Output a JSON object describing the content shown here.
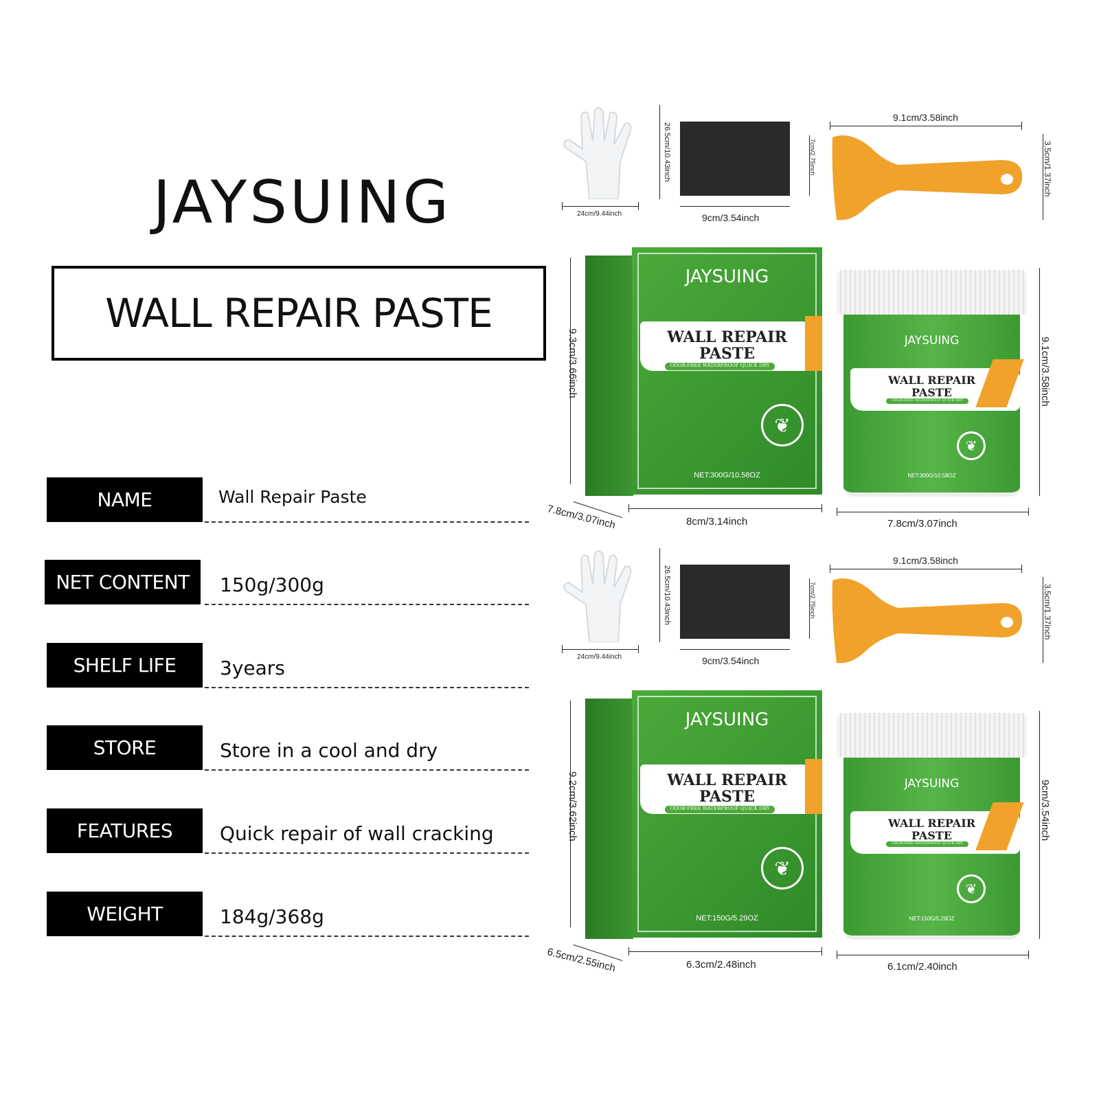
{
  "brand": "JAYSUING",
  "title": "WALL REPAIR PASTE",
  "specs": [
    {
      "label": "NAME",
      "value": "Wall Repair Paste"
    },
    {
      "label": "NET CONTENT",
      "value": "150g/300g"
    },
    {
      "label": "SHELF LIFE",
      "value": "3years"
    },
    {
      "label": "STORE",
      "value": "Store in a cool and dry"
    },
    {
      "label": "FEATURES",
      "value": "Quick repair of wall cracking"
    },
    {
      "label": "WEIGHT",
      "value": "184g/368g"
    }
  ],
  "sets": [
    {
      "glove_w": "24cm/9.44inch",
      "glove_h": "26.5cm/10.43inch",
      "sponge_w": "9cm/3.54inch",
      "sponge_h": "7cm/2.75inch",
      "scraper_w": "9.1cm/3.58inch",
      "scraper_h": "3.5cm/1.37inch",
      "box_h": "9.3cm/3.66inch",
      "box_d": "7.8cm/3.07inch",
      "box_w": "8cm/3.14inch",
      "jar_h": "9.1cm/3.58inch",
      "jar_w": "7.8cm/3.07inch",
      "pack_brand": "JAYSUING",
      "pack_title1": "WALL REPAIR",
      "pack_title2": "PASTE",
      "pack_tag": "ODOR-FREE  WATERPROOF  QUICK DRY",
      "net": "NET:300G/10.58OZ"
    },
    {
      "glove_w": "24cm/9.44inch",
      "glove_h": "26.5cm/10.43inch",
      "sponge_w": "9cm/3.54inch",
      "sponge_h": "7cm/2.75inch",
      "scraper_w": "9.1cm/3.58inch",
      "scraper_h": "3.5cm/1.37inch",
      "box_h": "9.2cm/3.62inch",
      "box_d": "6.5cm/2.55inch",
      "box_w": "6.3cm/2.48inch",
      "jar_h": "9cm/3.54inch",
      "jar_w": "6.1cm/2.40inch",
      "pack_brand": "JAYSUING",
      "pack_title1": "WALL REPAIR",
      "pack_title2": "PASTE",
      "pack_tag": "ODOR-FREE  WATERPROOF  QUICK DRY",
      "net": "NET:150G/5.29OZ"
    }
  ]
}
